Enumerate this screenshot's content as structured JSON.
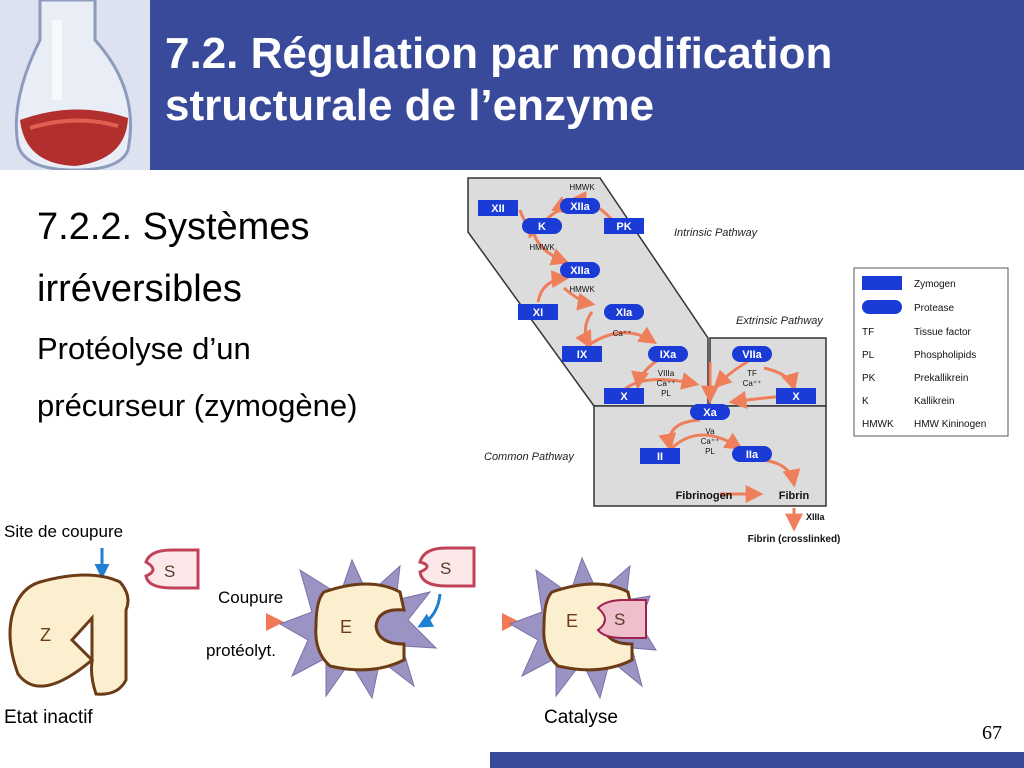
{
  "title": {
    "line1": "7.2. Régulation par modification",
    "line2": "structurale de l’enzyme"
  },
  "body": {
    "line1": "7.2.2. Systèmes",
    "line2": "irréversibles",
    "line3": "Protéolyse d’un",
    "line4": "précurseur (zymogène)"
  },
  "slide_number": "67",
  "colors": {
    "header": "#3a4a9a",
    "zymogen": "#1a3bd6",
    "arrow": "#ef7e5b",
    "panel": "#dcdcdc"
  },
  "cascade": {
    "pathways": {
      "intrinsic": "Intrinsic Pathway",
      "extrinsic": "Extrinsic Pathway",
      "common": "Common Pathway"
    },
    "factors": {
      "xii": "XII",
      "xiia": "XIIa",
      "k": "K",
      "pk": "PK",
      "xiia2": "XIIa",
      "xi": "XI",
      "xia": "XIa",
      "ix": "IX",
      "ixa": "IXa",
      "viia": "VIIa",
      "x_left": "X",
      "x_right": "X",
      "xa": "Xa",
      "ii": "II",
      "iia": "IIa"
    },
    "cofactors": {
      "hmwk_top": "HMWK",
      "hmwk_mid": "HMWK",
      "hmwk_low": "HMWK",
      "ca_xi": "Ca⁺⁺",
      "viiia": "VIIIa",
      "ca_ix": "Ca⁺⁺",
      "pl_ix": "PL",
      "tf": "TF",
      "ca_vii": "Ca⁺⁺",
      "va": "Va",
      "ca_x": "Ca⁺⁺",
      "pl_x": "PL"
    },
    "products": {
      "fibrinogen": "Fibrinogen",
      "fibrin": "Fibrin",
      "xiiia": "XIIIa",
      "crosslinked": "Fibrin (crosslinked)"
    },
    "legend": [
      {
        "key": "",
        "label": "Zymogen",
        "swatch": "zymogen"
      },
      {
        "key": "",
        "label": "Protease",
        "swatch": "protease"
      },
      {
        "key": "TF",
        "label": "Tissue factor",
        "swatch": ""
      },
      {
        "key": "PL",
        "label": "Phospholipids",
        "swatch": ""
      },
      {
        "key": "PK",
        "label": "Prekallikrein",
        "swatch": ""
      },
      {
        "key": "K",
        "label": "Kallikrein",
        "swatch": ""
      },
      {
        "key": "HMWK",
        "label": "HMW Kininogen",
        "swatch": ""
      }
    ]
  },
  "activation": {
    "site_label": "Site de coupure",
    "z_label": "Z",
    "s_label": "S",
    "e_label": "E",
    "step_label_1": "Coupure",
    "step_label_2": "protéolyt.",
    "inactive_label": "Etat inactif",
    "catalysis_label": "Catalyse"
  }
}
